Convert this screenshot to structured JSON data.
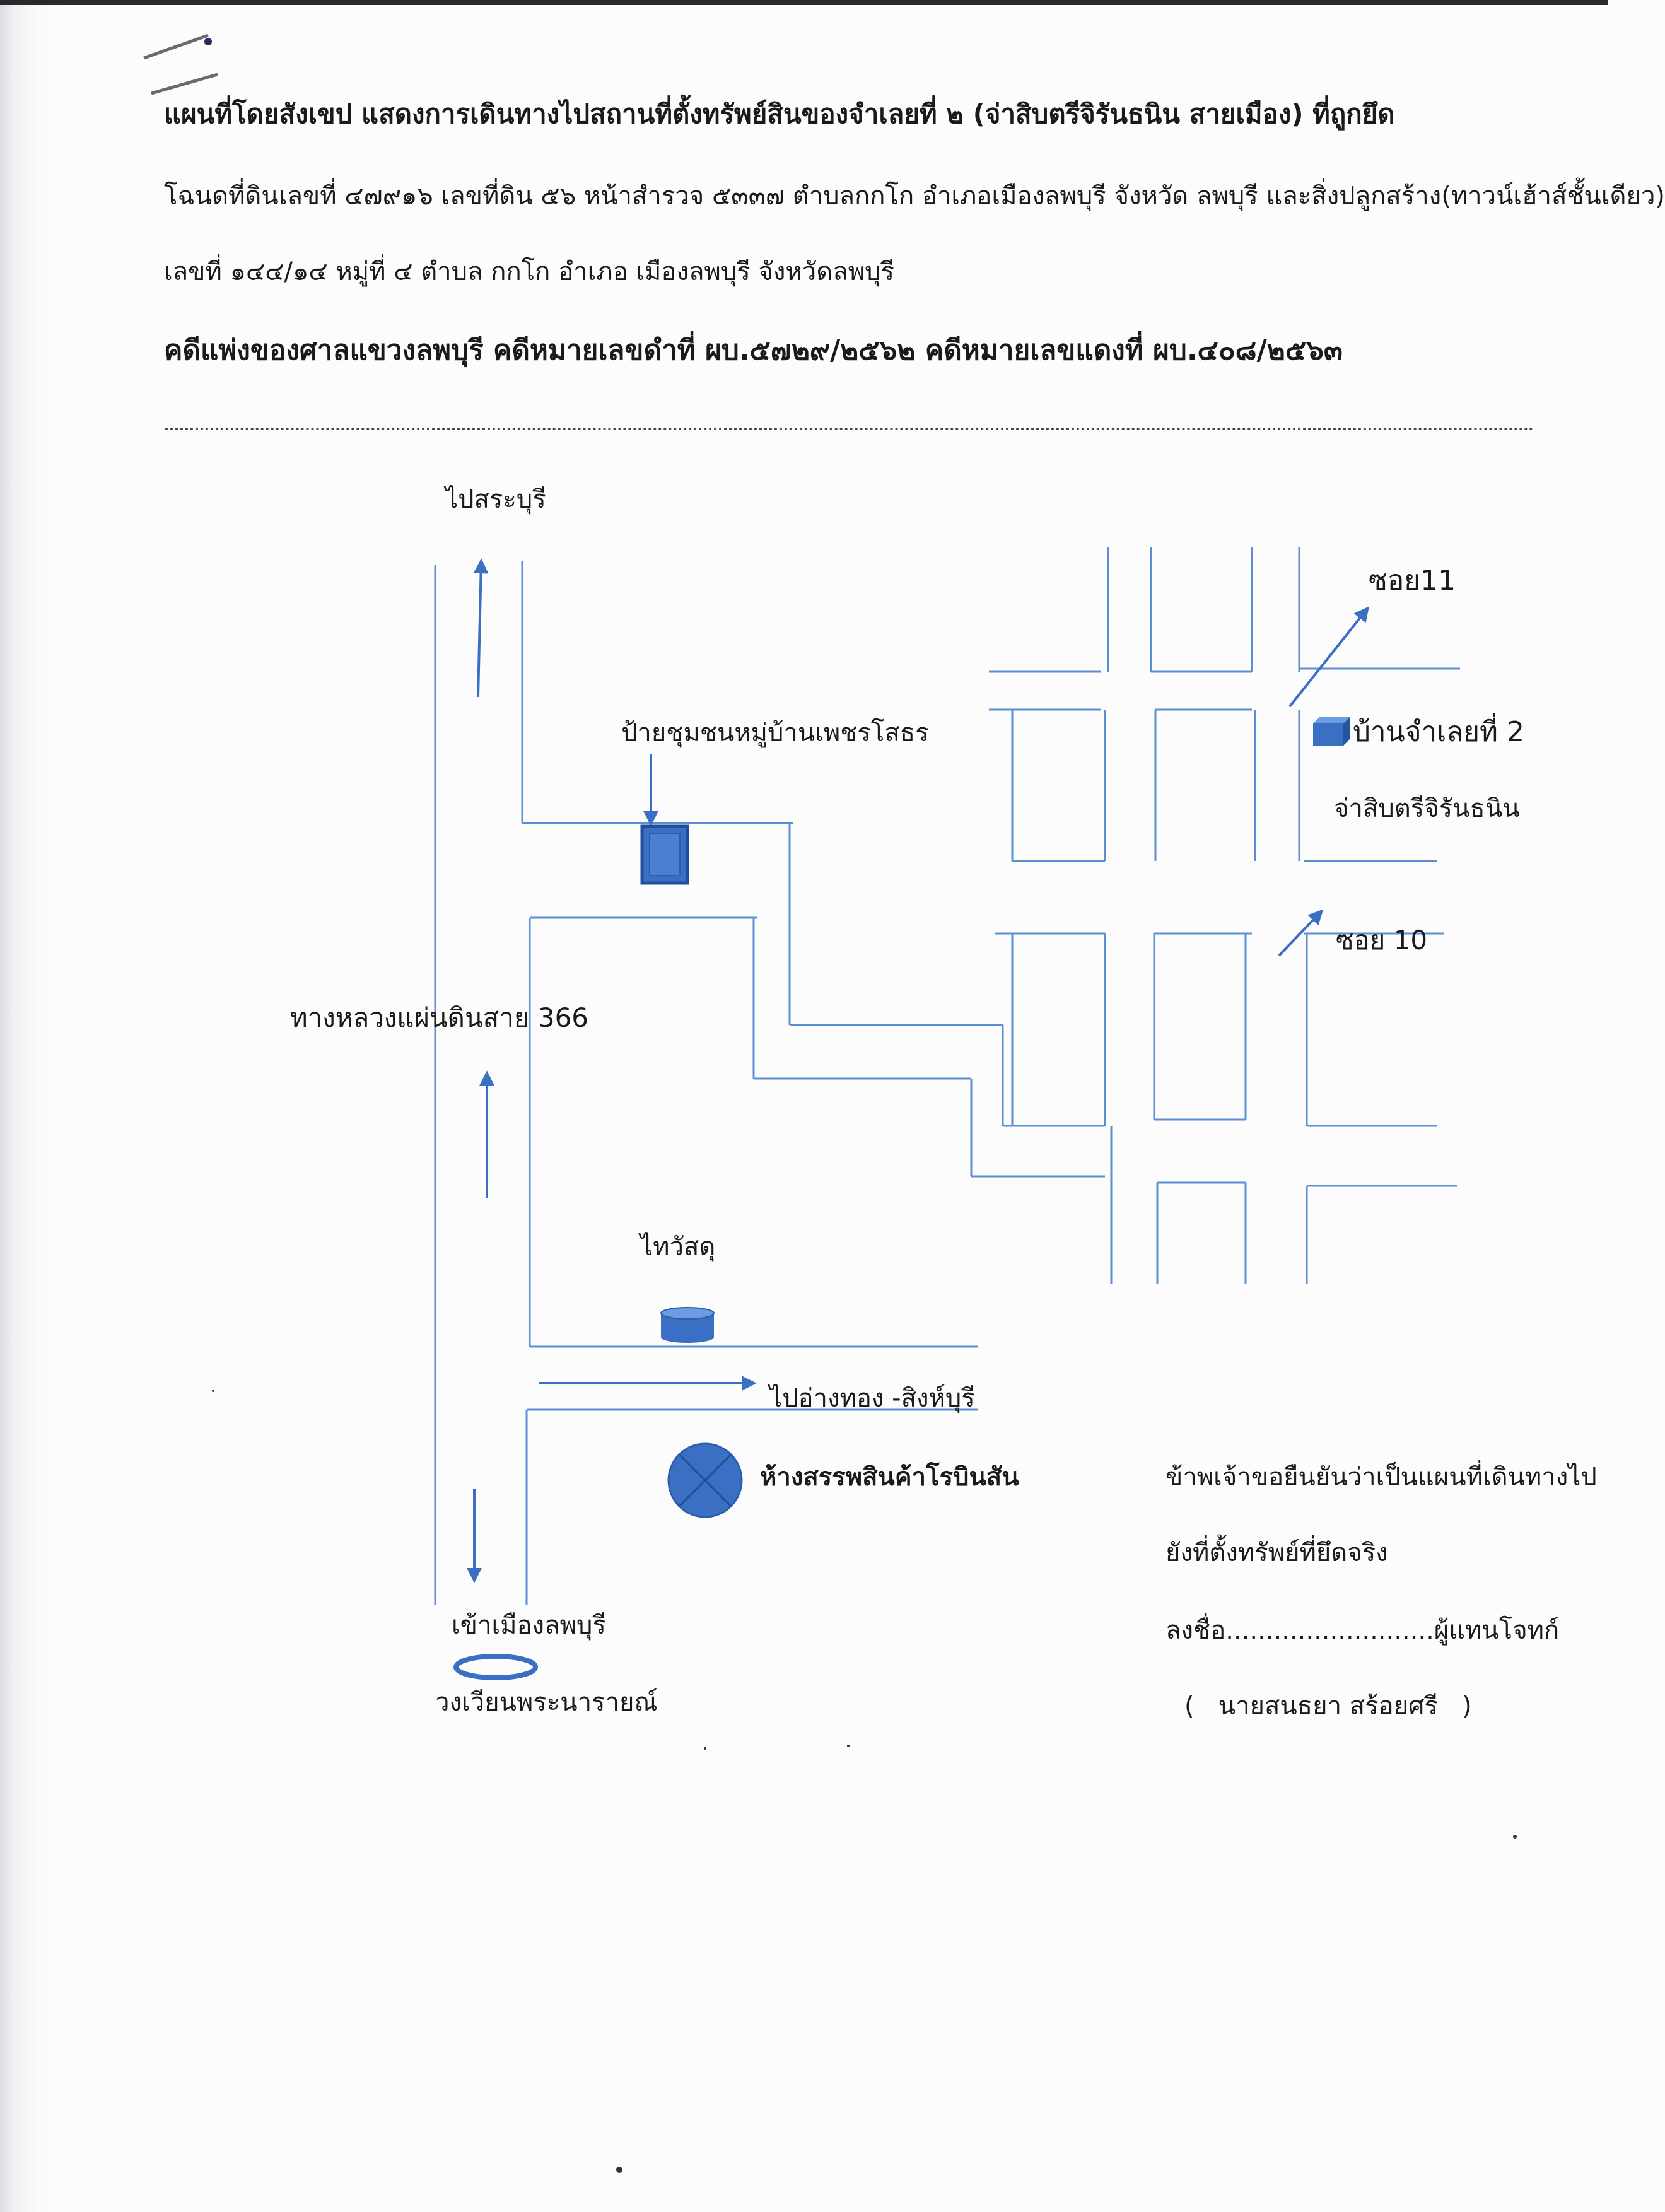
{
  "header": {
    "line1": "แผนที่โดยสังเขป แสดงการเดินทางไปสถานที่ตั้งทรัพย์สินของจำเลยที่ ๒ (จ่าสิบตรีจิรันธนิน สายเมือง) ที่ถูกยึด",
    "line2": "โฉนดที่ดินเลขที่ ๔๗๙๑๖ เลขที่ดิน ๕๖ หน้าสำรวจ ๕๓๓๗ ตำบลกกโก อำเภอเมืองลพบุรี จังหวัด ลพบุรี และสิ่งปลูกสร้าง(ทาวน์เฮ้าส์ชั้นเดียว)",
    "line3": "เลขที่ ๑๔๔/๑๔ หมู่ที่ ๔ ตำบล กกโก อำเภอ เมืองลพบุรี จังหวัดลพบุรี",
    "line4": "คดีแพ่งของศาลแขวงลพบุรี คดีหมายเลขดำที่ ผบ.๕๗๒๙/๒๕๖๒ คดีหมายเลขแดงที่ ผบ.๔๐๘/๒๕๖๓"
  },
  "map": {
    "to_saraburi": "ไปสระบุรี",
    "soi11": "ซอย11",
    "community_sign": "ป้ายชุมชนหมู่บ้านเพชรโสธร",
    "defendant_house": "บ้านจำเลยที่ 2",
    "defendant_name": "จ่าสิบตรีจิรันธนิน",
    "soi10": "ซอย 10",
    "highway": "ทางหลวงแผ่นดินสาย 366",
    "thai_watsadu": "ไทวัสดุ",
    "to_angthong": "ไปอ่างทอง -สิงห์บุรี",
    "robinson": "ห้างสรรพสินค้าโรบินสัน",
    "to_lopburi": "เข้าเมืองลพบุรี",
    "roundabout": "วงเวียนพระนารายณ์",
    "colors": {
      "road": "#5b8fd1",
      "marker_fill": "#3a6fc4",
      "marker_dark": "#1f4f9c"
    },
    "icons": {
      "community_sign": "square-marker-icon",
      "defendant_house": "cube-marker-icon",
      "thai_watsadu": "cylinder-marker-icon",
      "robinson": "crossed-circle-marker-icon",
      "roundabout": "ellipse-ring-icon"
    }
  },
  "certification": {
    "statement1": "ข้าพเจ้าขอยืนยันว่าเป็นแผนที่เดินทางไป",
    "statement2": "ยังที่ตั้งทรัพย์ที่ยึดจริง",
    "signature": "ลงชื่อ..........................ผู้แทนโจทก์",
    "name": "(   นายสนธยา สร้อยศรี   )"
  }
}
